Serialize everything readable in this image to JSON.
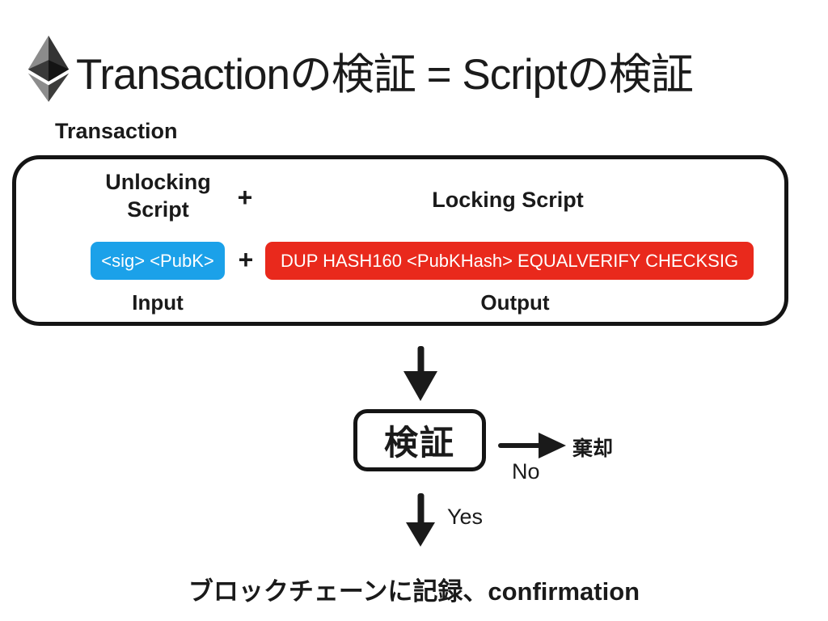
{
  "title": "Transactionの検証 = Scriptの検証",
  "transaction": {
    "caption": "Transaction",
    "unlocking_script_label": "Unlocking Script",
    "plus_top": "+",
    "locking_script_label": "Locking Script",
    "unlocking_chip_text": "<sig> <PubK>",
    "plus_mid": "+",
    "locking_chip_text": "DUP HASH160 <PubKHash> EQUALVERIFY CHECKSIG",
    "input_label": "Input",
    "output_label": "Output"
  },
  "flow": {
    "verify_label": "検証",
    "no_label": "No",
    "reject_label": "棄却",
    "yes_label": "Yes",
    "result_label": "ブロックチェーンに記録、confirmation"
  },
  "colors": {
    "unlocking_chip_bg": "#1BA1E9",
    "locking_chip_bg": "#E9291C",
    "chip_text": "#FFFFFF",
    "ink": "#1A1A1A"
  },
  "icons": {
    "logo": "ethereum-logo",
    "arrows": [
      "down-arrow-icon",
      "right-arrow-icon",
      "down-arrow-icon"
    ]
  }
}
